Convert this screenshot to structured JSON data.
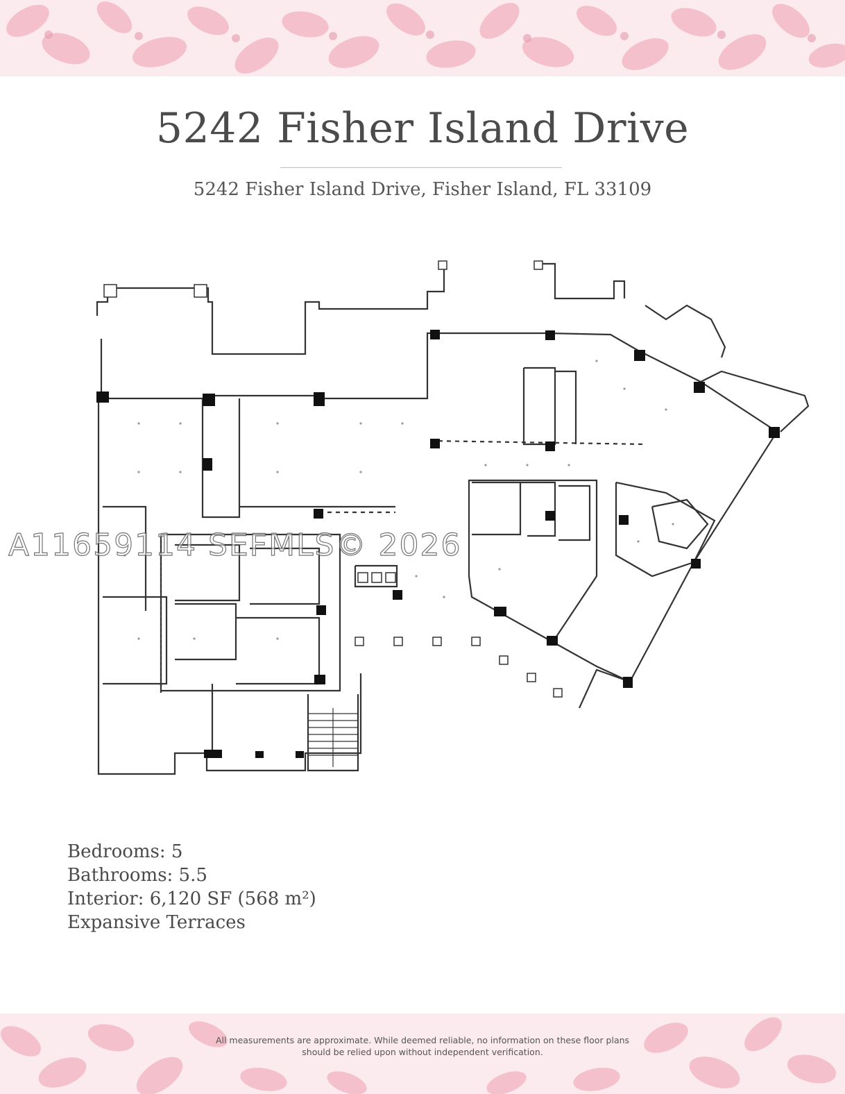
{
  "header": {
    "title": "5242 Fisher Island Drive",
    "address": "5242 Fisher Island Drive, Fisher Island, FL 33109"
  },
  "specs": {
    "bedrooms": "Bedrooms: 5",
    "bathrooms": "Bathrooms: 5.5",
    "interior": "Interior: 6,120 SF (568 m²)",
    "terraces": "Expansive Terraces"
  },
  "watermark": "A11659114  SEFMLS© 2026",
  "footer": {
    "disclaimer_line1": "All measurements are approximate. While deemed reliable, no information on these floor plans",
    "disclaimer_line2": "should be relied upon without independent verification."
  },
  "colors": {
    "accent_pink": "#e7a9b6",
    "floral_pink": "#f2b8c6",
    "wall": "#333333"
  }
}
